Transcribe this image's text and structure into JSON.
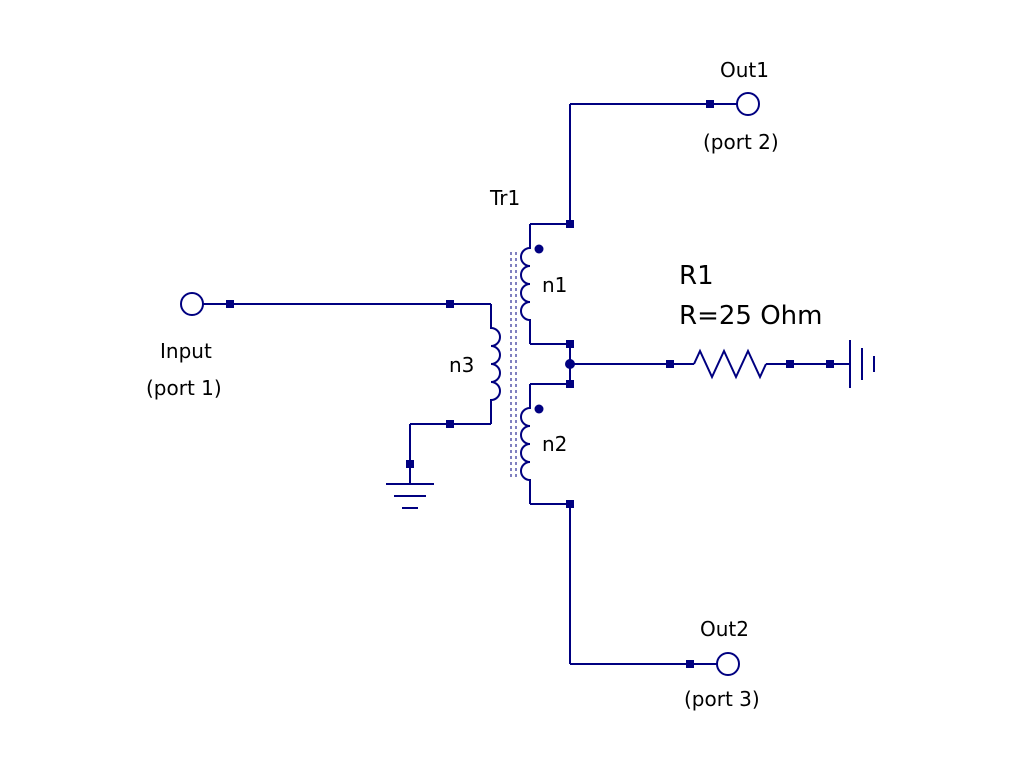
{
  "colors": {
    "wire": "#000080",
    "text": "#000000",
    "background": "#ffffff"
  },
  "ports": {
    "input": {
      "name": "Input",
      "port": "(port 1)"
    },
    "out1": {
      "name": "Out1",
      "port": "(port 2)"
    },
    "out2": {
      "name": "Out2",
      "port": "(port 3)"
    }
  },
  "transformer": {
    "name": "Tr1",
    "windings": [
      "n1",
      "n2",
      "n3"
    ]
  },
  "resistor": {
    "name": "R1",
    "value": "R=25 Ohm"
  },
  "icons": [
    "port-circle-icon",
    "ground-icon",
    "resistor-icon",
    "coil-icon",
    "polarity-dot-icon"
  ]
}
